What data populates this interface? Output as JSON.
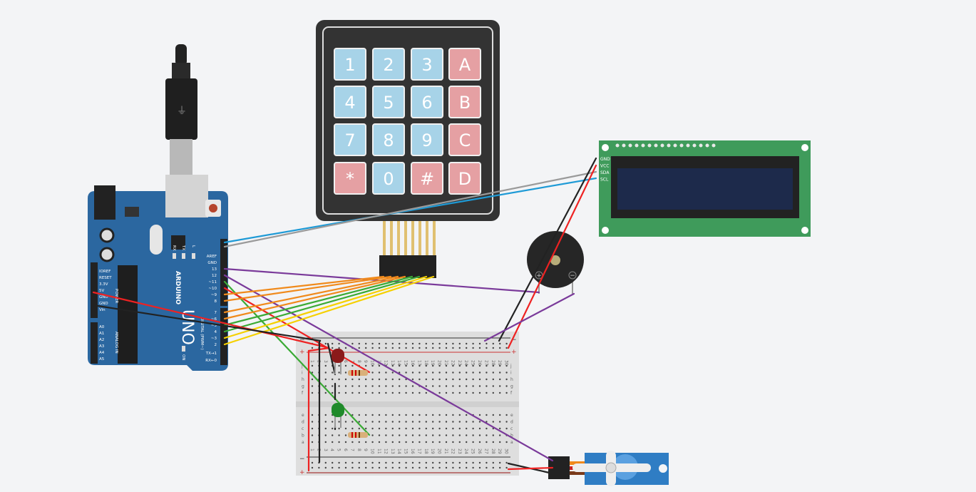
{
  "keypad": {
    "keys": [
      [
        "1",
        "2",
        "3",
        "A"
      ],
      [
        "4",
        "5",
        "6",
        "B"
      ],
      [
        "7",
        "8",
        "9",
        "C"
      ],
      [
        "*",
        "0",
        "#",
        "D"
      ]
    ],
    "colors": {
      "numeric": "#a7d3e8",
      "letter": "#e5a0a3",
      "body": "#333333"
    }
  },
  "arduino": {
    "brand": "ARDUINO",
    "model": "UNO",
    "power_pins": [
      "IOREF",
      "RESET",
      "3.3V",
      "5V",
      "GND",
      "GND",
      "Vin"
    ],
    "power_label": "POWER",
    "analog_pins": [
      "A0",
      "A1",
      "A2",
      "A3",
      "A4",
      "A5"
    ],
    "analog_label": "ANALOG IN",
    "digital_pins": [
      "AREF",
      "GND",
      "13",
      "12",
      "~11",
      "~10",
      "~9",
      "8",
      "7",
      "~6",
      "~5",
      "4",
      "~3",
      "2",
      "TX→1",
      "RX←0"
    ],
    "digital_label": "DIGITAL (PWM~)",
    "leds": [
      "RX",
      "TX",
      "L",
      "ON"
    ],
    "color": "#2b67a0"
  },
  "lcd": {
    "pins": [
      "GND",
      "VCC",
      "SDA",
      "SCL"
    ],
    "colors": {
      "board": "#3f9b5b",
      "screen": "#1d2a4b"
    }
  },
  "buzzer": {
    "plus": "+",
    "minus": "−"
  },
  "breadboard": {
    "rows_top": [
      "j",
      "i",
      "h",
      "g",
      "f"
    ],
    "rows_bottom": [
      "e",
      "d",
      "c",
      "b",
      "a"
    ],
    "columns": 30,
    "rail_plus": "+",
    "rail_minus": "−"
  },
  "wire_colors": {
    "blue": "#1e9ad6",
    "gray": "#9a9a9a",
    "purple": "#7a3a9a",
    "orange": "#f08a1c",
    "green": "#3aaa35",
    "yellow": "#f5d000",
    "red": "#ee2222",
    "black": "#222222"
  }
}
